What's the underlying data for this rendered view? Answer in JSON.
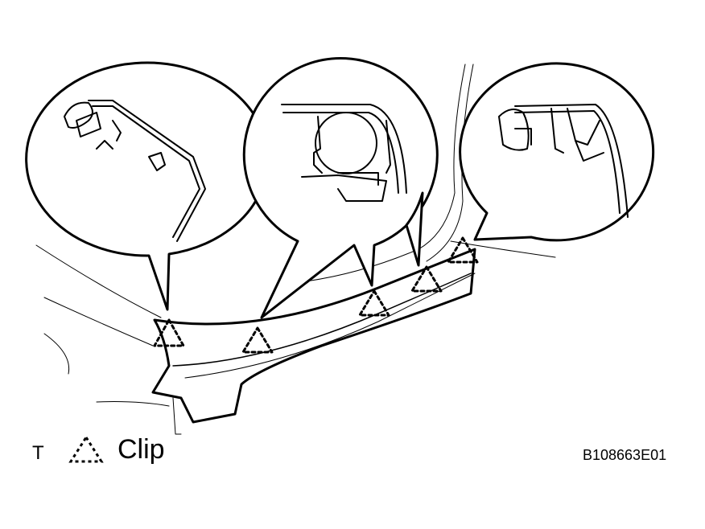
{
  "legend": {
    "mark": "T",
    "label": "Clip",
    "icon": "clip-triangle-icon"
  },
  "figure_id": "B108663E01",
  "clips": [
    {
      "name": "clip-1"
    },
    {
      "name": "clip-2"
    },
    {
      "name": "clip-3"
    },
    {
      "name": "clip-4"
    },
    {
      "name": "clip-5"
    }
  ],
  "details": [
    {
      "name": "detail-bubble-left"
    },
    {
      "name": "detail-bubble-center"
    },
    {
      "name": "detail-bubble-right"
    }
  ],
  "colors": {
    "line": "#000000",
    "background": "#ffffff"
  }
}
